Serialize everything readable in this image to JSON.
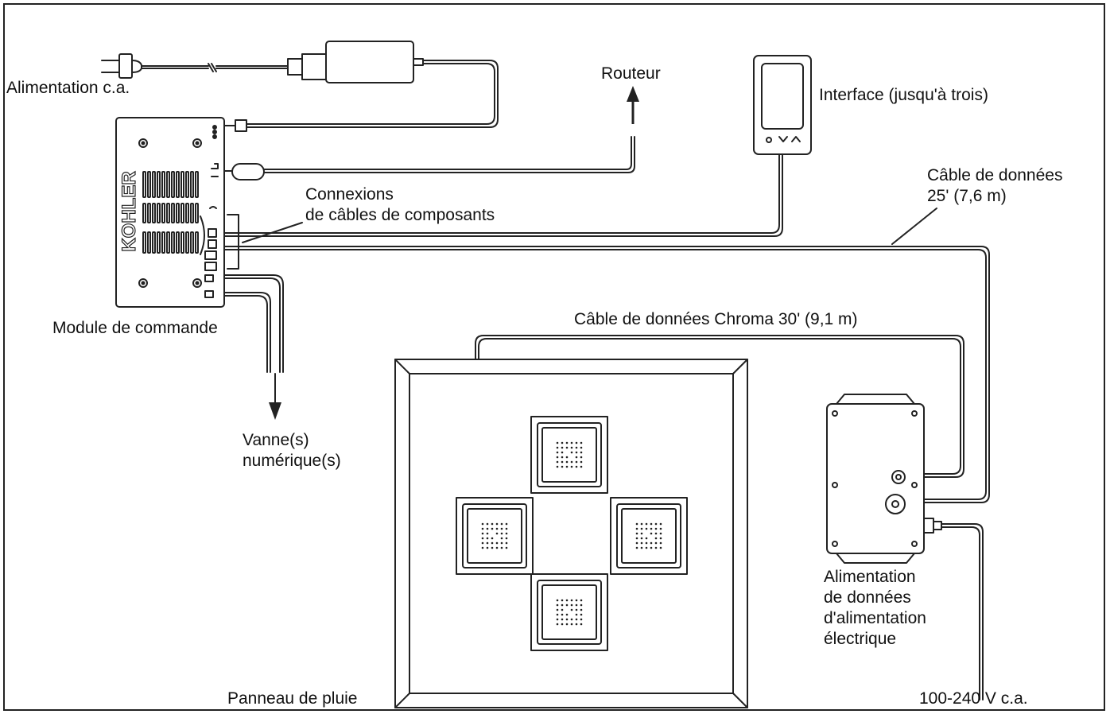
{
  "labels": {
    "ac_power": "Alimentation c.a.",
    "router": "Routeur",
    "interface": "Interface (jusqu'à trois)",
    "data_cable_25": "Câble de données\n25' (7,6 m)",
    "component_connections": "Connexions\nde câbles de composants",
    "control_module": "Module de commande",
    "chroma_cable": "Câble de données Chroma 30' (9,1 m)",
    "digital_valves": "Vanne(s)\nnumérique(s)",
    "data_power_supply": "Alimentation\nde données\nd'alimentation\nélectrique",
    "rain_panel": "Panneau de pluie",
    "mains_voltage": "100-240 V c.a."
  },
  "brand": "KOHLER",
  "colors": {
    "stroke": "#222222",
    "background": "#ffffff"
  }
}
